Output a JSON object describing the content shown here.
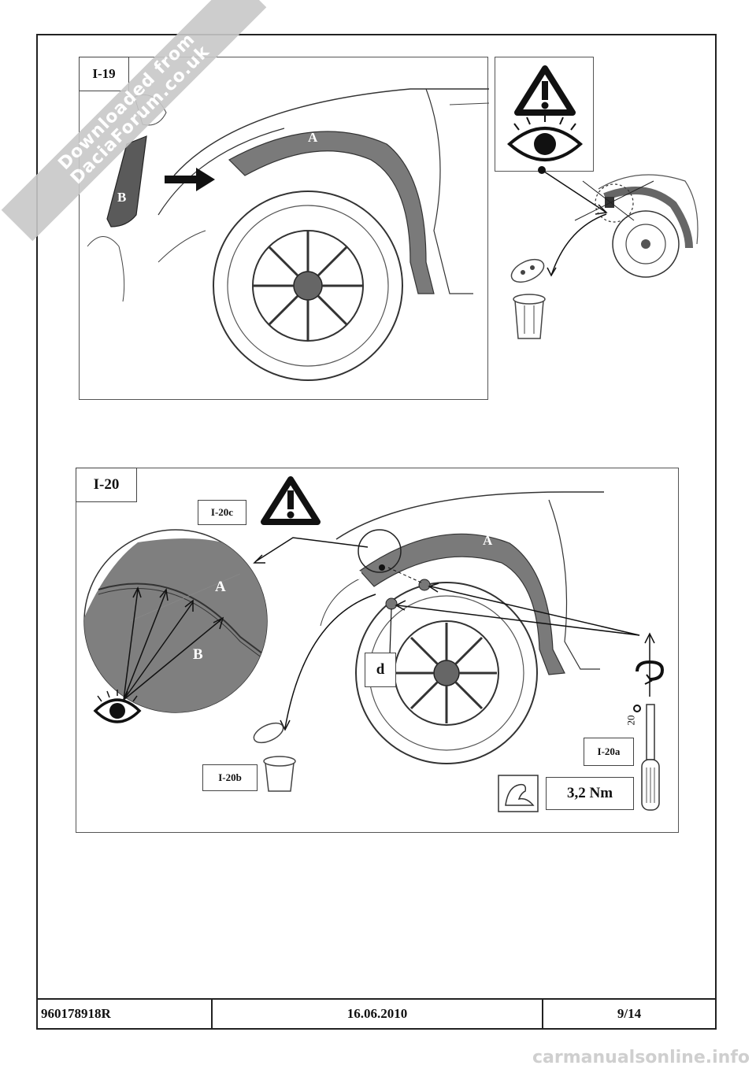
{
  "watermark": {
    "line1": "Downloaded from",
    "line2": "DaciaForum.co.uk"
  },
  "fig19": {
    "label": "I-19",
    "part_a": "A",
    "part_b": "B"
  },
  "fig20": {
    "label": "I-20",
    "sub_c": "I-20c",
    "sub_a": "I-20a",
    "sub_b": "I-20b",
    "part_a": "A",
    "part_b": "B",
    "detail_a": "A",
    "detail_b": "B",
    "part_d": "d",
    "torque": "3,2 Nm",
    "tool_size": "20"
  },
  "footer": {
    "ref": "960178918R",
    "date": "16.06.2010",
    "page": "9/14"
  },
  "site": "carmanualsonline.info"
}
